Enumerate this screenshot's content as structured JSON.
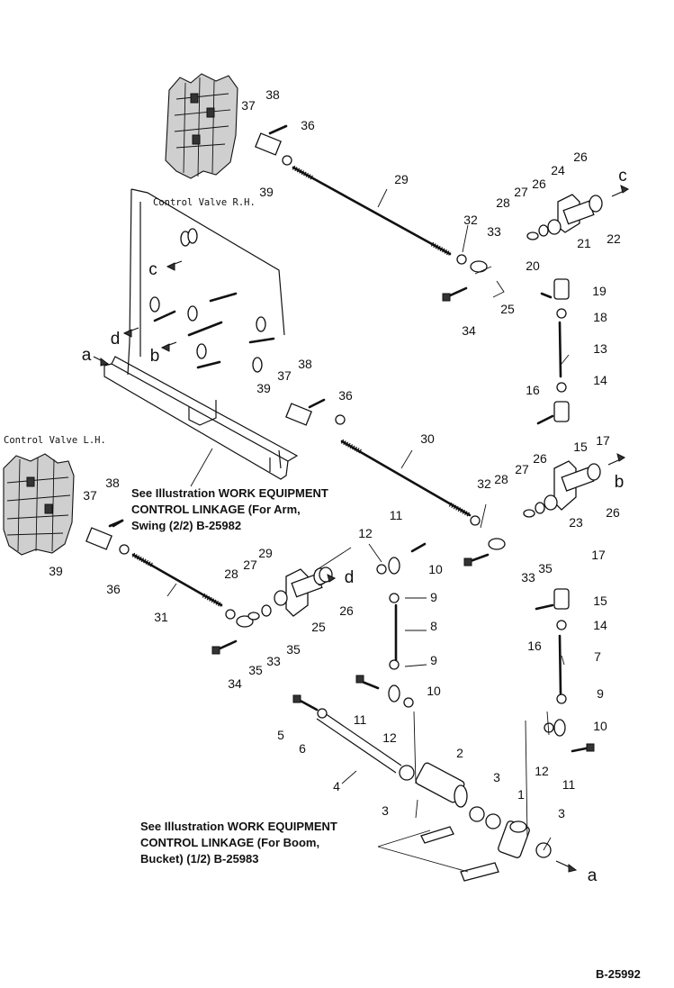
{
  "labels": {
    "control_valve_rh": "Control Valve R.H.",
    "control_valve_lh": "Control Valve L.H.",
    "figure_number": "B-25992"
  },
  "notes": {
    "arm_swing": [
      "See Illustration WORK EQUIPMENT",
      "CONTROL LINKAGE (For Arm,",
      "Swing (2/2) B-25982"
    ],
    "boom_bucket": [
      "See Illustration WORK EQUIPMENT",
      "CONTROL LINKAGE (For Boom,",
      "Bucket) (1/2) B-25983"
    ]
  },
  "connection_letters": [
    "a",
    "b",
    "c",
    "d",
    "a",
    "b",
    "c",
    "d"
  ],
  "part_numbers": [
    "38",
    "37",
    "36",
    "39",
    "29",
    "28",
    "27",
    "26",
    "24",
    "26",
    "32",
    "33",
    "21",
    "22",
    "20",
    "19",
    "25",
    "34",
    "18",
    "13",
    "38",
    "37",
    "36",
    "39",
    "16",
    "14",
    "17",
    "15",
    "30",
    "32",
    "28",
    "27",
    "26",
    "23",
    "26",
    "11",
    "12",
    "10",
    "38",
    "37",
    "39",
    "36",
    "9",
    "8",
    "31",
    "28",
    "27",
    "29",
    "25",
    "26",
    "35",
    "33",
    "34",
    "35",
    "33",
    "35",
    "17",
    "15",
    "14",
    "16",
    "7",
    "9",
    "10",
    "11",
    "5",
    "6",
    "4",
    "12",
    "10",
    "9",
    "3",
    "2",
    "3",
    "1",
    "3",
    "12",
    "11"
  ]
}
